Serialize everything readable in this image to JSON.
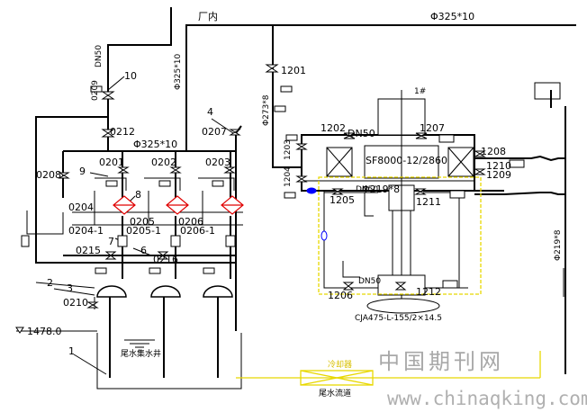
{
  "labels": {
    "plant_in": "厂内",
    "pipe_main_right": "Φ325*10",
    "pipe_main_left": "Φ325*10",
    "pipe_vertical": "Φ325*10",
    "pipe_273": "Φ273*8",
    "pipe_219_h": "Φ219*8",
    "pipe_219_v": "Φ219*8",
    "dn50_top": "DN50",
    "dn50_upper": "DN50",
    "dn50_mid": "DN50",
    "dn50_low": "DN50",
    "mill": "SF8000-12/2860",
    "pump": "CJA475-L-155/2×14.5",
    "elevation": "1478.0",
    "sump": "尾水集水井",
    "channel": "尾水流道",
    "cooler": "冷却器"
  },
  "valves": {
    "v1201": "1201",
    "v1202": "1202",
    "v1203": "1203",
    "v1204": "1204",
    "v1205": "1205",
    "v1206": "1206",
    "v1207": "1207",
    "v1208": "1208",
    "v1209": "1209",
    "v1210": "1210",
    "v1211": "1211",
    "v1212": "1212",
    "v0201": "0201",
    "v0202": "0202",
    "v0203": "0203",
    "v0204": "0204",
    "v0204_1": "0204-1",
    "v0205": "0205",
    "v0205_1": "0205-1",
    "v0206": "0206",
    "v0206_1": "0206-1",
    "v0207": "0207",
    "v0208": "0208",
    "v0209": "0209",
    "v0210": "0210",
    "v0212": "0212",
    "v0215": "0215",
    "v0216": "0216"
  },
  "callouts": {
    "c1": "1",
    "c2": "2",
    "c3": "3",
    "c4": "4",
    "c6": "6",
    "c7": "7",
    "c8": "8",
    "c9": "9",
    "c10": "10",
    "c_dn50_vertical": "DN50",
    "c_r": "1#"
  },
  "watermark": {
    "cn": "中国期刊网",
    "url": "www.chinaqking.com"
  },
  "colors": {
    "line": "#000000",
    "yellow": "#e8d800",
    "blue": "#0000ff",
    "red": "#e00000",
    "watermark": "#a8a8a8"
  }
}
